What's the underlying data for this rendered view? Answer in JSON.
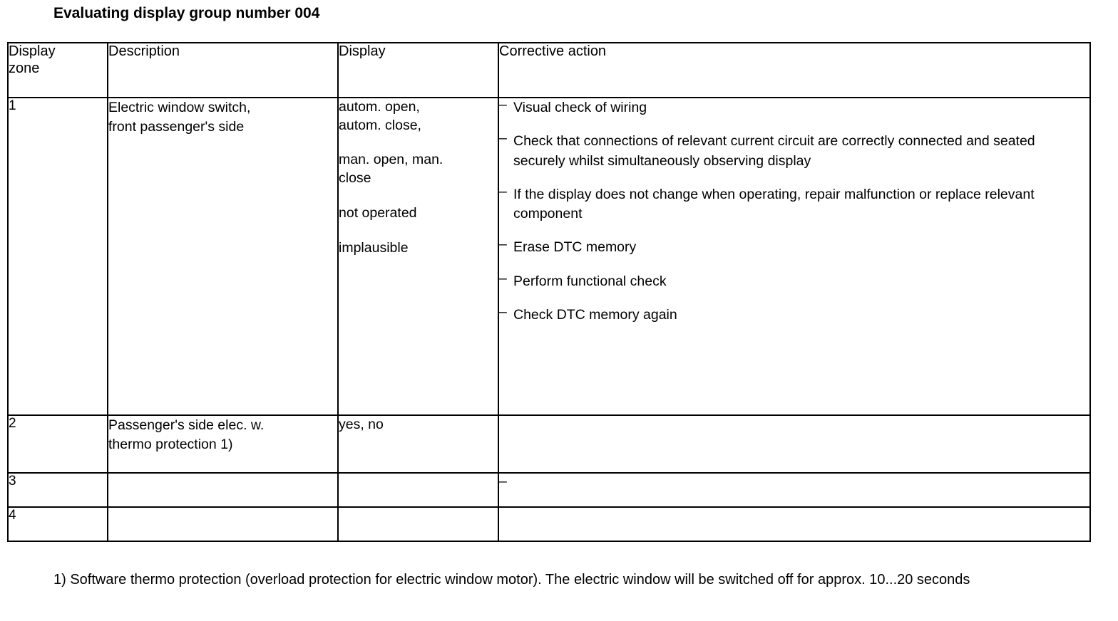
{
  "document": {
    "title": "Evaluating display group number 004"
  },
  "table": {
    "headers": {
      "zone": "Display\nzone",
      "zone_line1": "Display",
      "zone_line2": "zone",
      "description": "Description",
      "display": "Display",
      "corrective_action": "Corrective action"
    },
    "rows": [
      {
        "zone": "1",
        "description_line1": "Electric window switch,",
        "description_line2": "front passenger's side",
        "display_values": [
          "autom. open,\nautom. close,",
          "man. open, man.\nclose",
          "not operated",
          "implausible"
        ],
        "display_block1_line1": "autom. open,",
        "display_block1_line2": "autom. close,",
        "display_block2_line1": "man. open, man.",
        "display_block2_line2": "close",
        "display_block3": "not operated",
        "display_block4": "implausible",
        "corrective_actions": [
          "Visual check of wiring",
          "Check that connections of relevant current circuit are correctly connected and seated securely whilst simultaneously observing display",
          "If the display does not change when operating, repair malfunction or replace relevant component",
          "Erase DTC memory",
          "Perform functional check",
          "Check DTC memory again"
        ],
        "bullet_marker": "–"
      },
      {
        "zone": "2",
        "description_line1": "Passenger's side elec. w.",
        "description_line2": "thermo protection 1)",
        "display": "yes, no",
        "corrective_action": ""
      },
      {
        "zone": "3",
        "description": "",
        "display": "",
        "corrective_action": "–"
      },
      {
        "zone": "4",
        "description": "",
        "display": "",
        "corrective_action": ""
      }
    ]
  },
  "footnote": {
    "text": "1) Software thermo protection (overload protection for electric window motor). The electric window will be switched off for approx. 10...20 seconds"
  },
  "colors": {
    "text": "#000000",
    "background": "#ffffff",
    "border": "#000000"
  }
}
